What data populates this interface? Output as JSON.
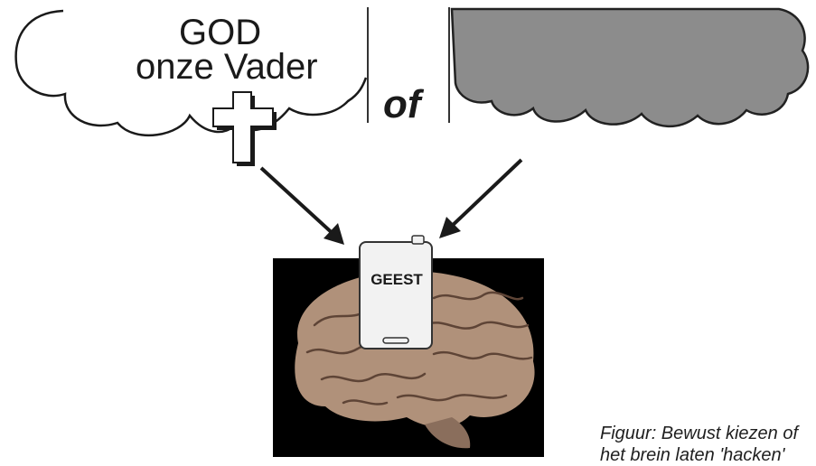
{
  "god_line1": "GOD",
  "god_line2": "onze Vader",
  "separator_word": "of",
  "device_label": "GEEST",
  "caption_line1": "Figuur: Bewust kiezen of",
  "caption_line2": "het brein laten 'hacken'",
  "colors": {
    "cloud_fill_right": "#8c8c8c",
    "brain_background": "#000000",
    "brain_tissue": "#b0917a",
    "device_fill": "#f2f2f2"
  },
  "icons": [
    "cross-icon",
    "arrow-down-right-icon",
    "arrow-down-left-icon",
    "brain-image",
    "device-icon"
  ]
}
